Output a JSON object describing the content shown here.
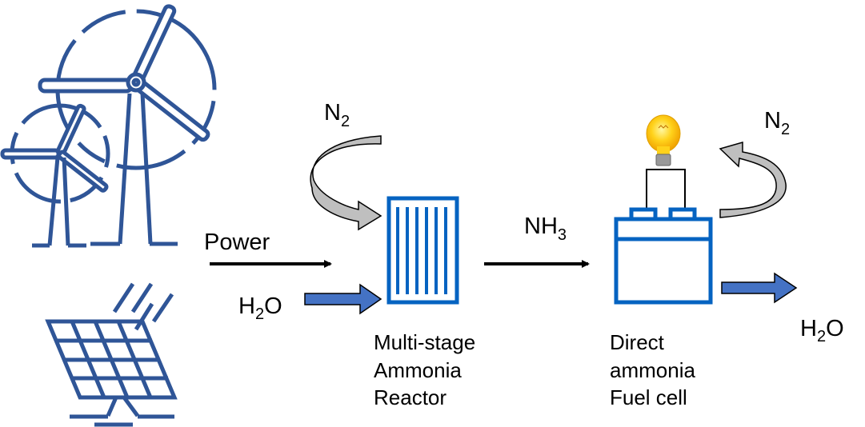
{
  "colors": {
    "icon_blue": "#2f5597",
    "device_blue": "#0563c1",
    "flow_blue": "#4472c4",
    "gray_arrow": "#bfbfbf",
    "black": "#000000"
  },
  "inputs": {
    "power": "Power",
    "water": {
      "main": "H",
      "sub": "2",
      "tail": "O"
    }
  },
  "reactor": {
    "n2": {
      "main": "N",
      "sub": "2"
    },
    "label_lines": [
      "Multi-stage",
      "Ammonia",
      "Reactor"
    ]
  },
  "transfer": {
    "main": "NH",
    "sub": "3"
  },
  "fuel_cell": {
    "n2": {
      "main": "N",
      "sub": "2"
    },
    "label_lines": [
      "Direct",
      "ammonia",
      "Fuel cell"
    ],
    "water": {
      "main": "H",
      "sub": "2",
      "tail": "O"
    }
  },
  "icons": [
    "wind-turbine-icon",
    "solar-panel-icon",
    "reactor-icon",
    "fuel-cell-battery-icon",
    "light-bulb-icon"
  ]
}
